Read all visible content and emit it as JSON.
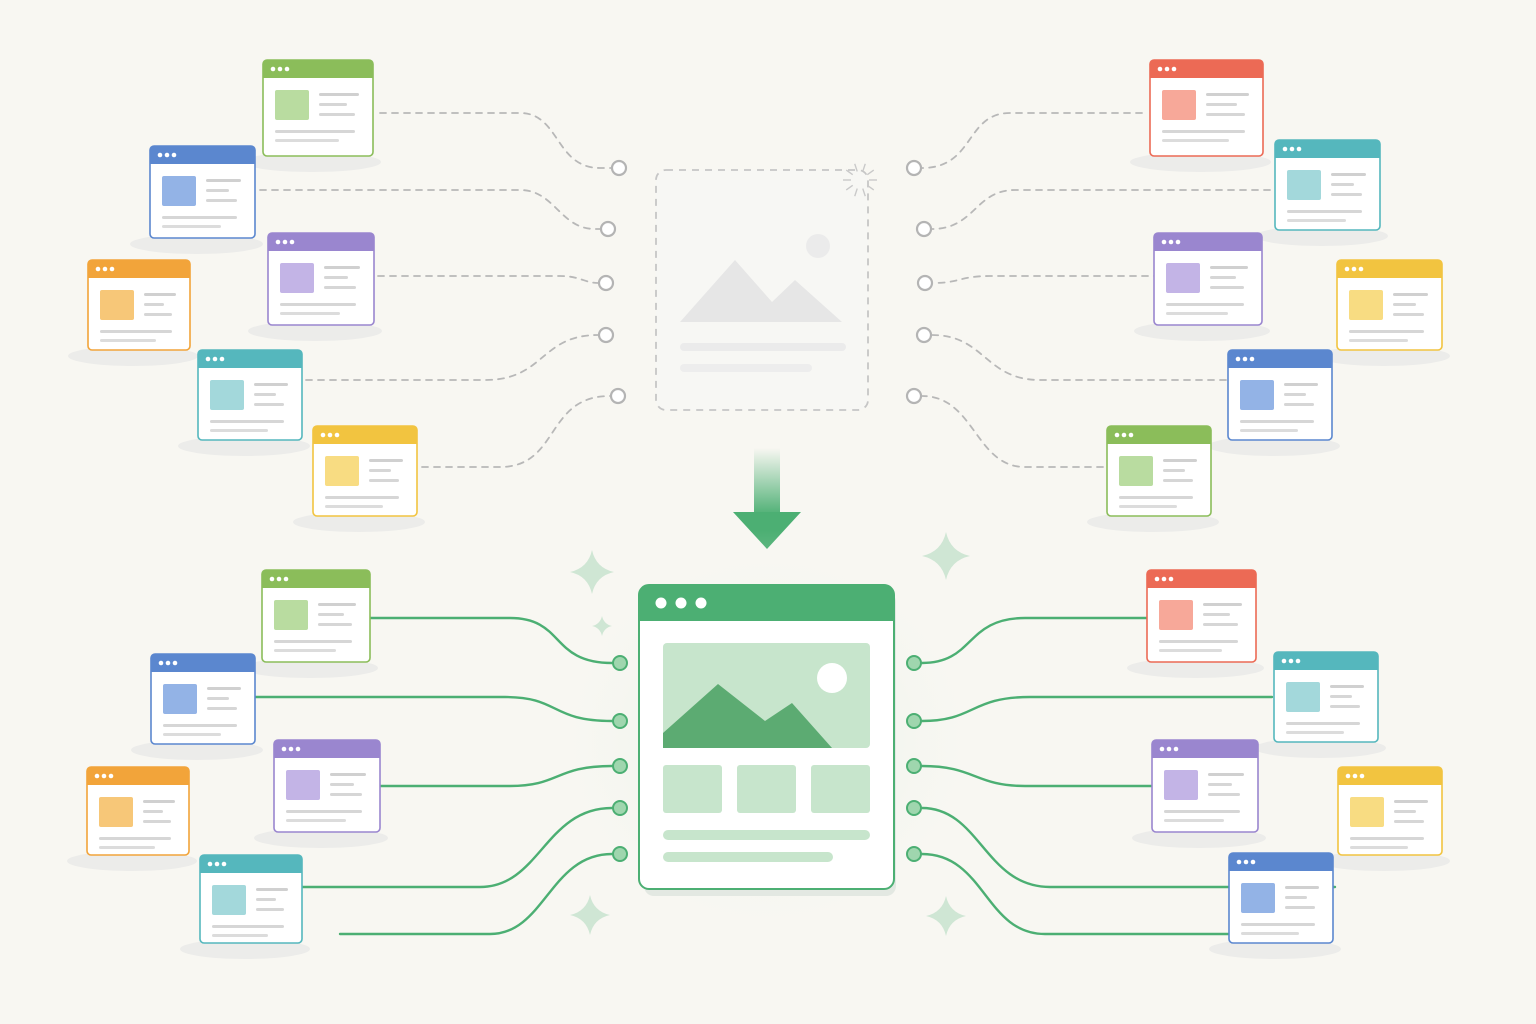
{
  "diagram": {
    "colors": {
      "background": "#f8f7f2",
      "accent_green": "#4caf73",
      "placeholder_gray": "#c9c9c9",
      "connector_gray": "#b8b8b8"
    },
    "source_placeholder": {
      "icon": "image-placeholder-icon",
      "state": "empty"
    },
    "result_window": {
      "icon": "image-icon",
      "state": "filled"
    },
    "transition_arrow": {
      "icon": "arrow-down-icon"
    },
    "window_colors": {
      "green": [
        "#8bbd5a",
        "#b9dca0"
      ],
      "blue": [
        "#5b87cf",
        "#93b3e6"
      ],
      "orange": [
        "#f2a43a",
        "#f7c778"
      ],
      "purple": [
        "#9a86cf",
        "#c3b4e6"
      ],
      "teal": [
        "#55b7bd",
        "#a3d8db"
      ],
      "yellow": [
        "#f2c440",
        "#f8dc82"
      ],
      "red": [
        "#ec6a55",
        "#f7a899"
      ]
    },
    "top_left_windows": [
      "green",
      "blue",
      "orange",
      "purple",
      "teal",
      "yellow"
    ],
    "top_right_windows": [
      "red",
      "teal",
      "purple",
      "yellow",
      "blue",
      "green"
    ],
    "bottom_left_windows": [
      "green",
      "blue",
      "orange",
      "purple",
      "teal"
    ],
    "bottom_right_windows": [
      "red",
      "teal",
      "purple",
      "yellow",
      "blue"
    ]
  }
}
